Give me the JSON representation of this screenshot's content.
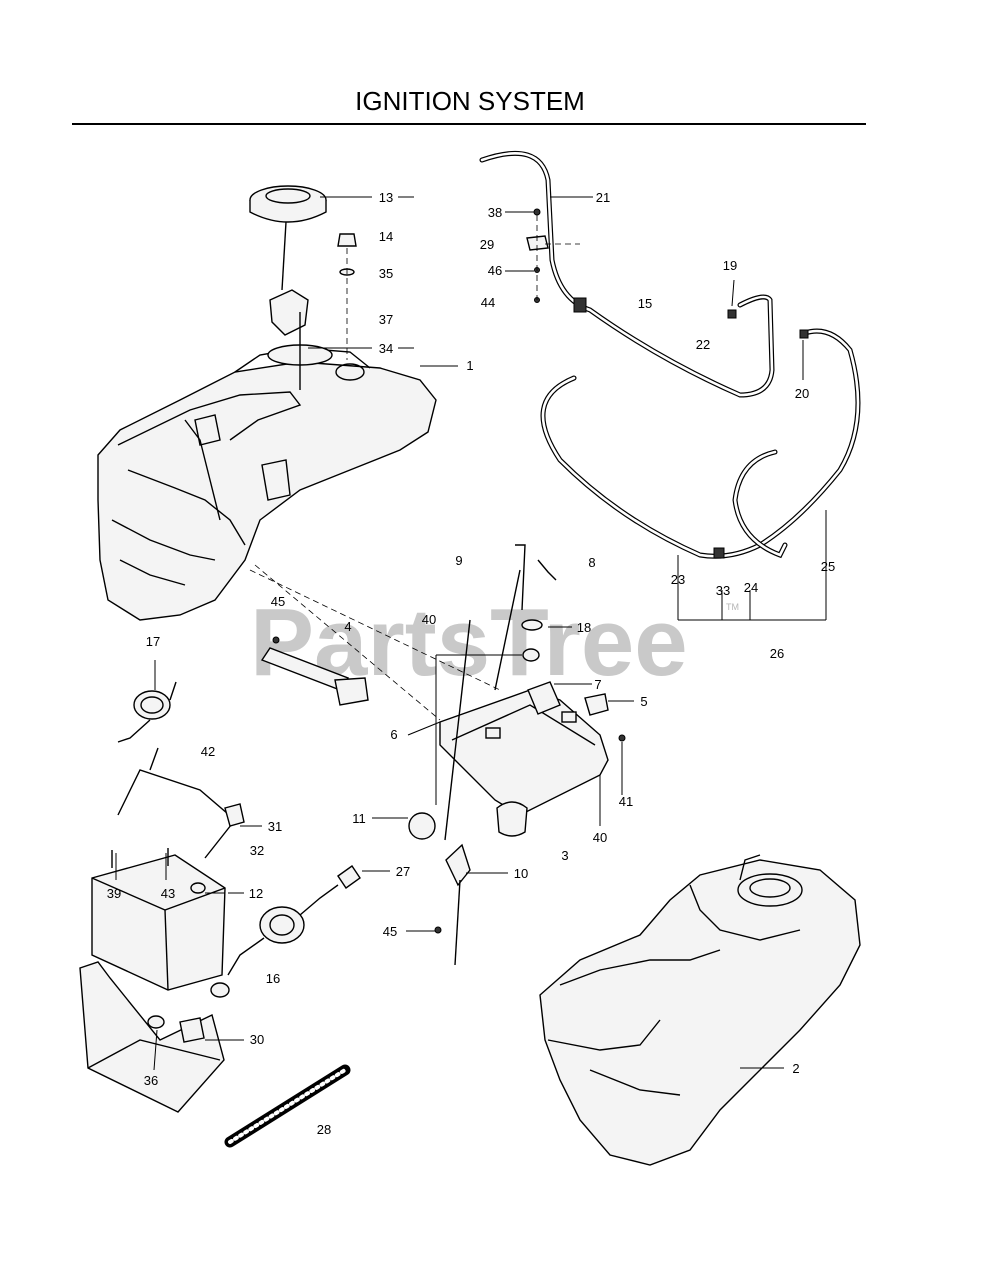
{
  "title": "IGNITION SYSTEM",
  "watermark": "PartsTree",
  "watermark_tm": "TM",
  "callouts": {
    "c1": "1",
    "c2": "2",
    "c3": "3",
    "c4": "4",
    "c5": "5",
    "c6": "6",
    "c7": "7",
    "c8": "8",
    "c9": "9",
    "c10": "10",
    "c11": "11",
    "c12": "12",
    "c13": "13",
    "c14": "14",
    "c15": "15",
    "c16": "16",
    "c17": "17",
    "c18": "18",
    "c19": "19",
    "c20": "20",
    "c21": "21",
    "c22": "22",
    "c23": "23",
    "c24": "24",
    "c25": "25",
    "c26": "26",
    "c27": "27",
    "c28": "28",
    "c29": "29",
    "c30": "30",
    "c31": "31",
    "c32": "32",
    "c33": "33",
    "c34": "34",
    "c35": "35",
    "c36": "36",
    "c37": "37",
    "c38": "38",
    "c39": "39",
    "c40a": "40",
    "c40b": "40",
    "c41": "41",
    "c42": "42",
    "c43": "43",
    "c44": "44",
    "c45a": "45",
    "c45b": "45",
    "c46": "46"
  }
}
